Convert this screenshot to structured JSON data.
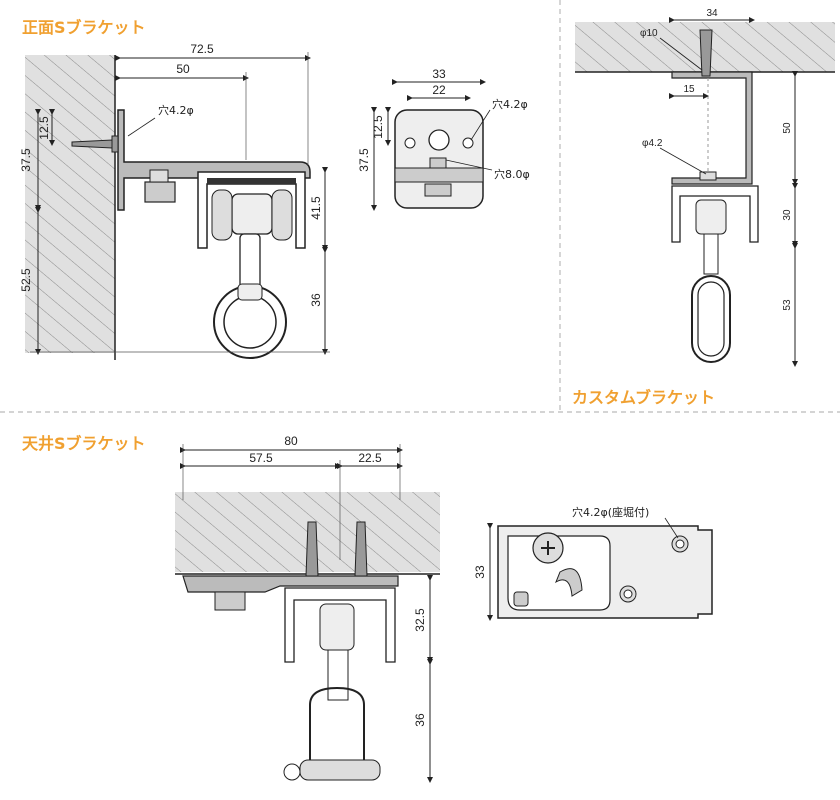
{
  "titles": {
    "front_bracket": "正面Sブラケット",
    "custom_bracket": "カスタムブラケット",
    "ceiling_bracket": "天井Sブラケット"
  },
  "front_side": {
    "dim_top_total": "72.5",
    "dim_top_inner": "50",
    "dim_left_small": "12.5",
    "dim_left_upper": "37.5",
    "dim_left_lower": "52.5",
    "dim_right_upper": "41.5",
    "dim_right_lower": "36",
    "hole_label": "穴4.2φ"
  },
  "front_plate": {
    "dim_outer": "33",
    "dim_inner": "22",
    "dim_small": "12.5",
    "dim_height": "37.5",
    "hole_small_label": "穴4.2φ",
    "hole_large_label": "穴8.0φ"
  },
  "custom": {
    "dim_top": "34",
    "dim_screw_head": "φ10",
    "dim_offset": "15",
    "dim_hole": "φ4.2",
    "dim_r1": "50",
    "dim_r2": "30",
    "dim_r3": "53"
  },
  "ceiling_side": {
    "dim_total": "80",
    "dim_left": "57.5",
    "dim_right": "22.5",
    "dim_upper": "32.5",
    "dim_lower": "36"
  },
  "ceiling_plate": {
    "dim_height": "33",
    "hole_label": "穴4.2φ(座堀付)"
  },
  "colors": {
    "title_accent": "#f0a030"
  }
}
